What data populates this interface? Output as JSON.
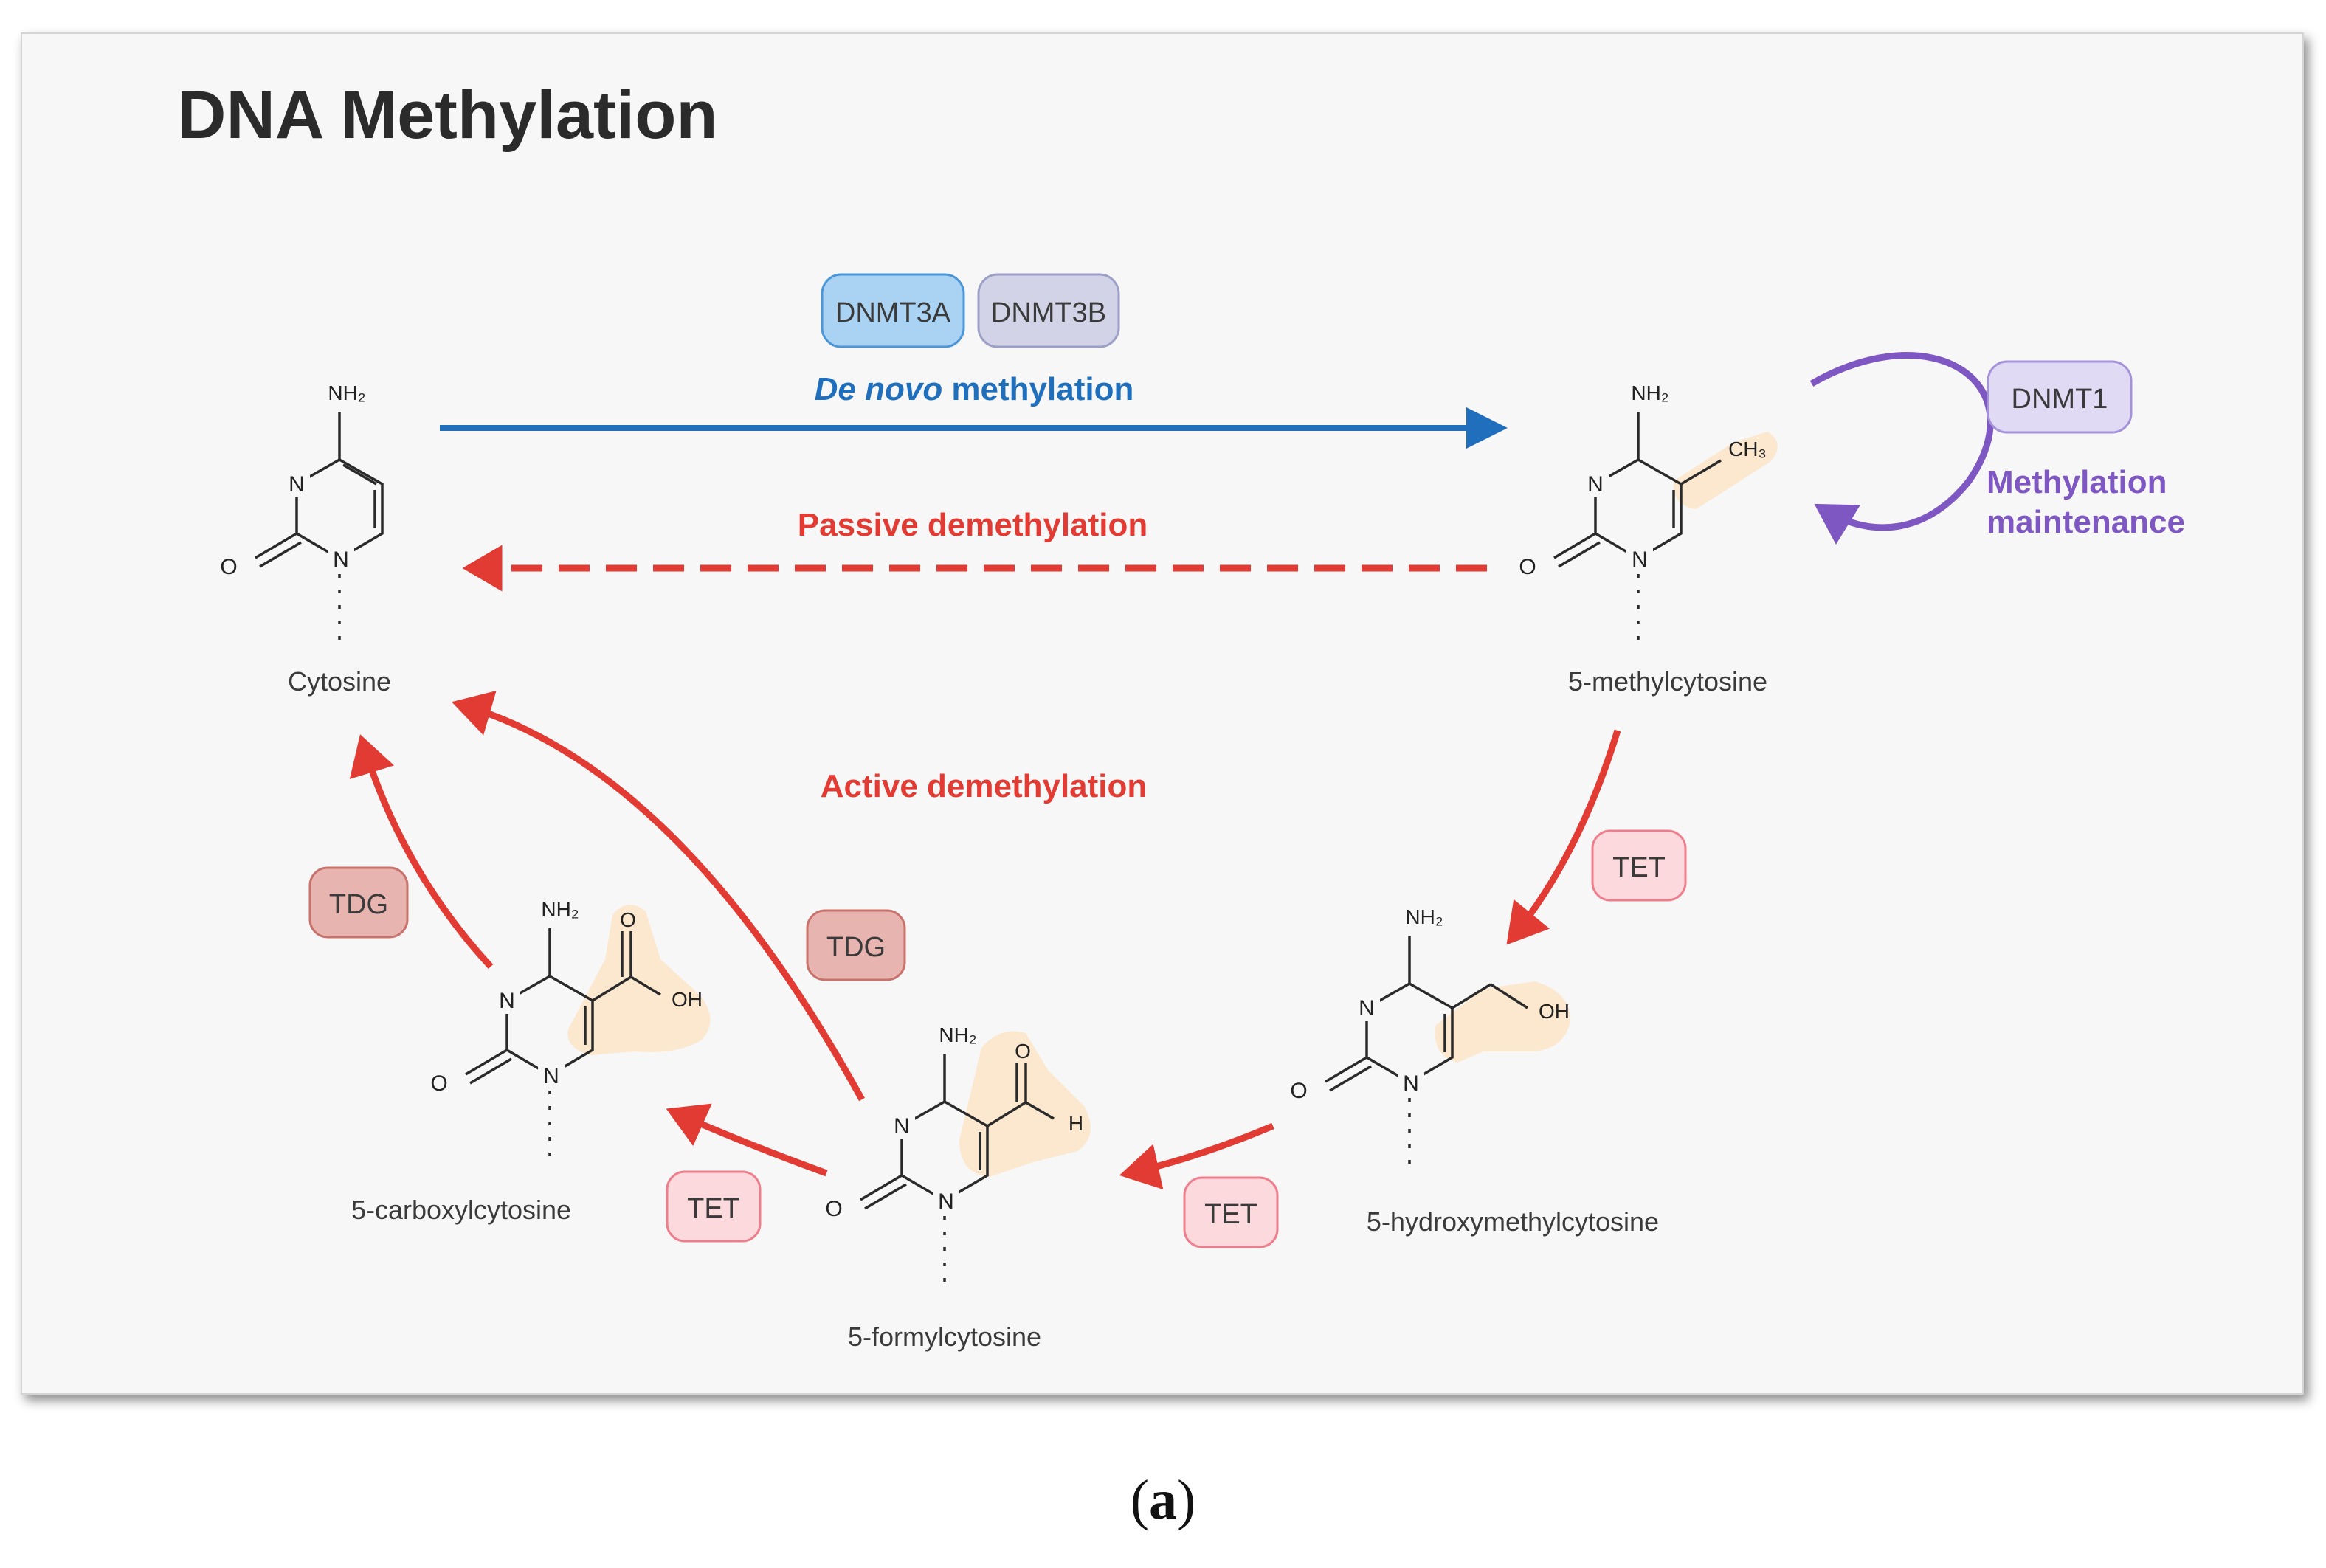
{
  "title": "DNA Methylation",
  "caption": {
    "open": "(",
    "letter": "a",
    "close": ")"
  },
  "molecules": {
    "cytosine": {
      "name": "Cytosine",
      "top": "NH₂",
      "n3": "N",
      "n1": "N",
      "oxo": "O"
    },
    "methylcytosine": {
      "name": "5-methylcytosine",
      "top": "NH₂",
      "n3": "N",
      "n1": "N",
      "oxo": "O",
      "group": "CH₃"
    },
    "hydroxymethylcytosine": {
      "name": "5-hydroxymethylcytosine",
      "top": "NH₂",
      "n3": "N",
      "n1": "N",
      "oxo": "O",
      "group": "OH"
    },
    "formylcytosine": {
      "name": "5-formylcytosine",
      "top": "NH₂",
      "n3": "N",
      "n1": "N",
      "oxo": "O",
      "group_o": "O",
      "group_h": "H"
    },
    "carboxylcytosine": {
      "name": "5-carboxylcytosine",
      "top": "NH₂",
      "n3": "N",
      "n1": "N",
      "oxo": "O",
      "group_o": "O",
      "group_oh": "OH"
    }
  },
  "enzymes": {
    "dnmt3a": "DNMT3A",
    "dnmt3b": "DNMT3B",
    "dnmt1": "DNMT1",
    "tet_1": "TET",
    "tet_2": "TET",
    "tet_3": "TET",
    "tdg_1": "TDG",
    "tdg_2": "TDG"
  },
  "processes": {
    "de_novo_italic": "De novo",
    "de_novo_rest": " methylation",
    "passive": "Passive demethylation",
    "active": "Active demethylation",
    "maintenance_line1": "Methylation",
    "maintenance_line2": "maintenance"
  },
  "colors": {
    "blue_arrow": "#1f6fbd",
    "red_arrow": "#e23b34",
    "purple": "#7e57c2",
    "highlight": "#fbe8cf",
    "tet_fill": "#fcd9dd",
    "tdg_fill": "#e8b4b0"
  }
}
